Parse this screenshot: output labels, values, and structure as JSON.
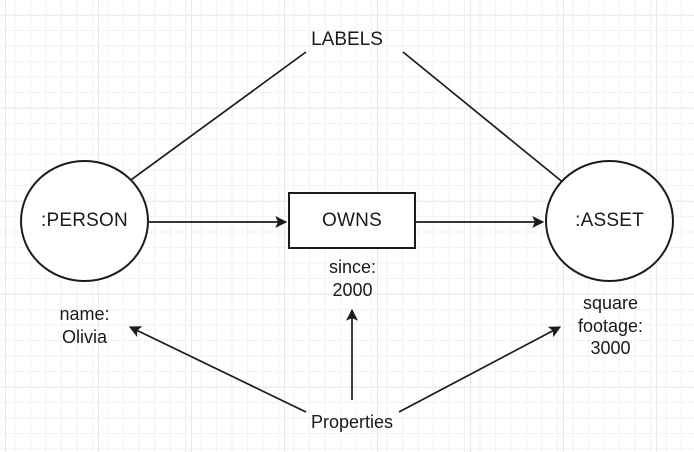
{
  "diagram": {
    "title_label": "LABELS",
    "properties_label": "Properties",
    "nodes": [
      {
        "id": "person",
        "shape": "circle",
        "label": ":PERSON"
      },
      {
        "id": "owns",
        "shape": "rectangle",
        "label": "OWNS"
      },
      {
        "id": "asset",
        "shape": "circle",
        "label": ":ASSET"
      }
    ],
    "annotations": [
      {
        "id": "person-property",
        "text": "name:\nOlivia"
      },
      {
        "id": "owns-property",
        "text": "since:\n2000"
      },
      {
        "id": "asset-property",
        "text": "square\nfootage:\n3000"
      }
    ],
    "edges": [
      {
        "id": "person-owns",
        "from": "person",
        "to": "owns",
        "kind": "relationship"
      },
      {
        "id": "owns-asset",
        "from": "owns",
        "to": "asset",
        "kind": "relationship"
      },
      {
        "id": "labels-person",
        "from": "LABELS",
        "to": "person",
        "kind": "annotation-pointer"
      },
      {
        "id": "labels-asset",
        "from": "LABELS",
        "to": "asset",
        "kind": "annotation-pointer"
      },
      {
        "id": "properties-name",
        "from": "Properties",
        "to": "name:Olivia",
        "kind": "annotation-pointer"
      },
      {
        "id": "properties-since",
        "from": "Properties",
        "to": "since:2000",
        "kind": "annotation-pointer"
      },
      {
        "id": "properties-footage",
        "from": "Properties",
        "to": "square footage:3000",
        "kind": "annotation-pointer"
      }
    ],
    "colors": {
      "stroke": "#1b1b1b",
      "text": "#1a1a1a",
      "background": "#ffffff",
      "grid_minor": "#f2f2f4",
      "grid_major": "#e6e6ea"
    }
  }
}
